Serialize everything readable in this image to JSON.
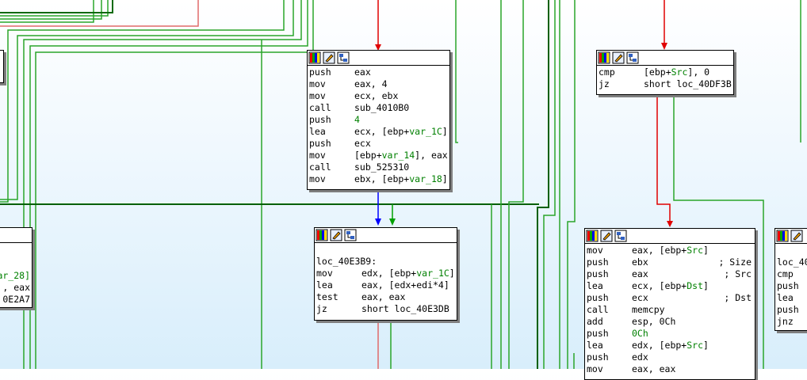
{
  "nodes": {
    "block_push_eax": {
      "lines": [
        {
          "m": "push",
          "o": "eax"
        },
        {
          "m": "mov",
          "o": "eax, 4"
        },
        {
          "m": "mov",
          "o": "ecx, ebx"
        },
        {
          "m": "call",
          "o": "sub_4010B0"
        },
        {
          "m": "push",
          "o": "4"
        },
        {
          "m": "lea",
          "o": "ecx, [ebp+var_1C]"
        },
        {
          "m": "push",
          "o": "ecx"
        },
        {
          "m": "mov",
          "o": "[ebp+var_14], eax"
        },
        {
          "m": "call",
          "o": "sub_525310"
        },
        {
          "m": "mov",
          "o": "ebx, [ebp+var_18]"
        }
      ]
    },
    "block_loc_40E3B9": {
      "label": "loc_40E3B9:",
      "lines": [
        {
          "m": "mov",
          "o": "edx, [ebp+var_1C]"
        },
        {
          "m": "lea",
          "o": "eax, [edx+edi*4]"
        },
        {
          "m": "test",
          "o": "eax, eax"
        },
        {
          "m": "jz",
          "o": "short loc_40E3DB"
        }
      ]
    },
    "block_cmp_src": {
      "lines": [
        {
          "m": "cmp",
          "o": "[ebp+Src], 0"
        },
        {
          "m": "jz",
          "o": "short loc_40DF3B"
        }
      ]
    },
    "block_memcpy": {
      "lines": [
        {
          "m": "mov",
          "o": "eax, [ebp+Src]",
          "c": ""
        },
        {
          "m": "push",
          "o": "ebx",
          "c": "; Size"
        },
        {
          "m": "push",
          "o": "eax",
          "c": "; Src"
        },
        {
          "m": "lea",
          "o": "ecx, [ebp+Dst]",
          "c": ""
        },
        {
          "m": "push",
          "o": "ecx",
          "c": "; Dst"
        },
        {
          "m": "call",
          "o": "memcpy",
          "c": ""
        },
        {
          "m": "add",
          "o": "esp, 0Ch",
          "c": ""
        },
        {
          "m": "push",
          "o": "0Ch",
          "c": ""
        },
        {
          "m": "lea",
          "o": "edx, [ebp+Src]",
          "c": ""
        },
        {
          "m": "push",
          "o": "edx",
          "c": ""
        },
        {
          "m": "mov",
          "o": "eax, eax",
          "c": ""
        }
      ]
    },
    "block_left_partial": {
      "lines": [
        {
          "t": "ar_28]"
        },
        {
          "t": ", eax"
        },
        {
          "t": "0E2A7"
        }
      ]
    },
    "block_right_partial": {
      "lines": [
        "loc_40",
        "cmp",
        "push",
        "lea",
        "push",
        "jnz"
      ]
    }
  },
  "colors": {
    "edge_true": "#00a000",
    "edge_false": "#e00000",
    "edge_uncond": "#0000ff",
    "edge_loop": "#006000"
  }
}
